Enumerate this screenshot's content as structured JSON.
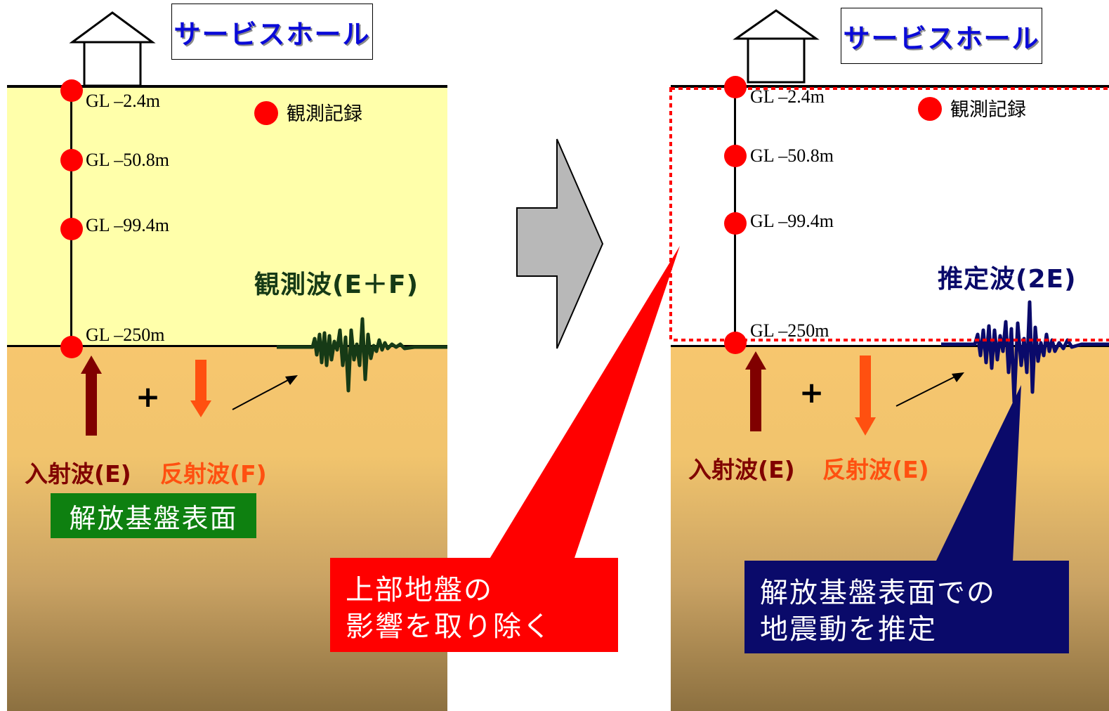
{
  "colors": {
    "upper_ground_observed": "#ffffaa",
    "upper_ground_estimated": "#ffffff",
    "lower_ground_top": "#f7c66e",
    "lower_ground_bottom": "#8c7040",
    "sensor": "#ff0000",
    "observed_wave": "#163a16",
    "estimated_wave": "#0a0a6a",
    "incident_arrow": "#800000",
    "reflected_arrow": "#ff5010",
    "title_text": "#0a0ad8",
    "callout_red": "#ff0000",
    "callout_navy": "#0a0a6a",
    "base_box": "#0e8010",
    "big_arrow": "#b8b8b8"
  },
  "left_panel": {
    "title": "サービスホール",
    "legend_text": "観測記録",
    "depth_labels": [
      "GL –2.4m",
      "GL –50.8m",
      "GL –99.4m",
      "GL –250m"
    ],
    "wave_title": "観測波(E＋F)",
    "plus_sign": "+",
    "incident_label": "入射波(E)",
    "reflected_label": "反射波(F)",
    "base_label": "解放基盤表面"
  },
  "right_panel": {
    "title": "サービスホール",
    "legend_text": "観測記録",
    "depth_labels": [
      "GL –2.4m",
      "GL –50.8m",
      "GL –99.4m",
      "GL –250m"
    ],
    "wave_title": "推定波(2E)",
    "plus_sign": "+",
    "incident_label": "入射波(E)",
    "reflected_label": "反射波(E)"
  },
  "callouts": {
    "remove_upper": [
      "上部地盤の",
      "影響を取り除く"
    ],
    "estimate_motion": [
      "解放基盤表面での",
      "地震動を推定"
    ]
  },
  "icons": [
    "house-icon",
    "big-right-arrow-icon",
    "seismic-wave-icon",
    "up-arrow-icon",
    "down-arrow-icon"
  ]
}
